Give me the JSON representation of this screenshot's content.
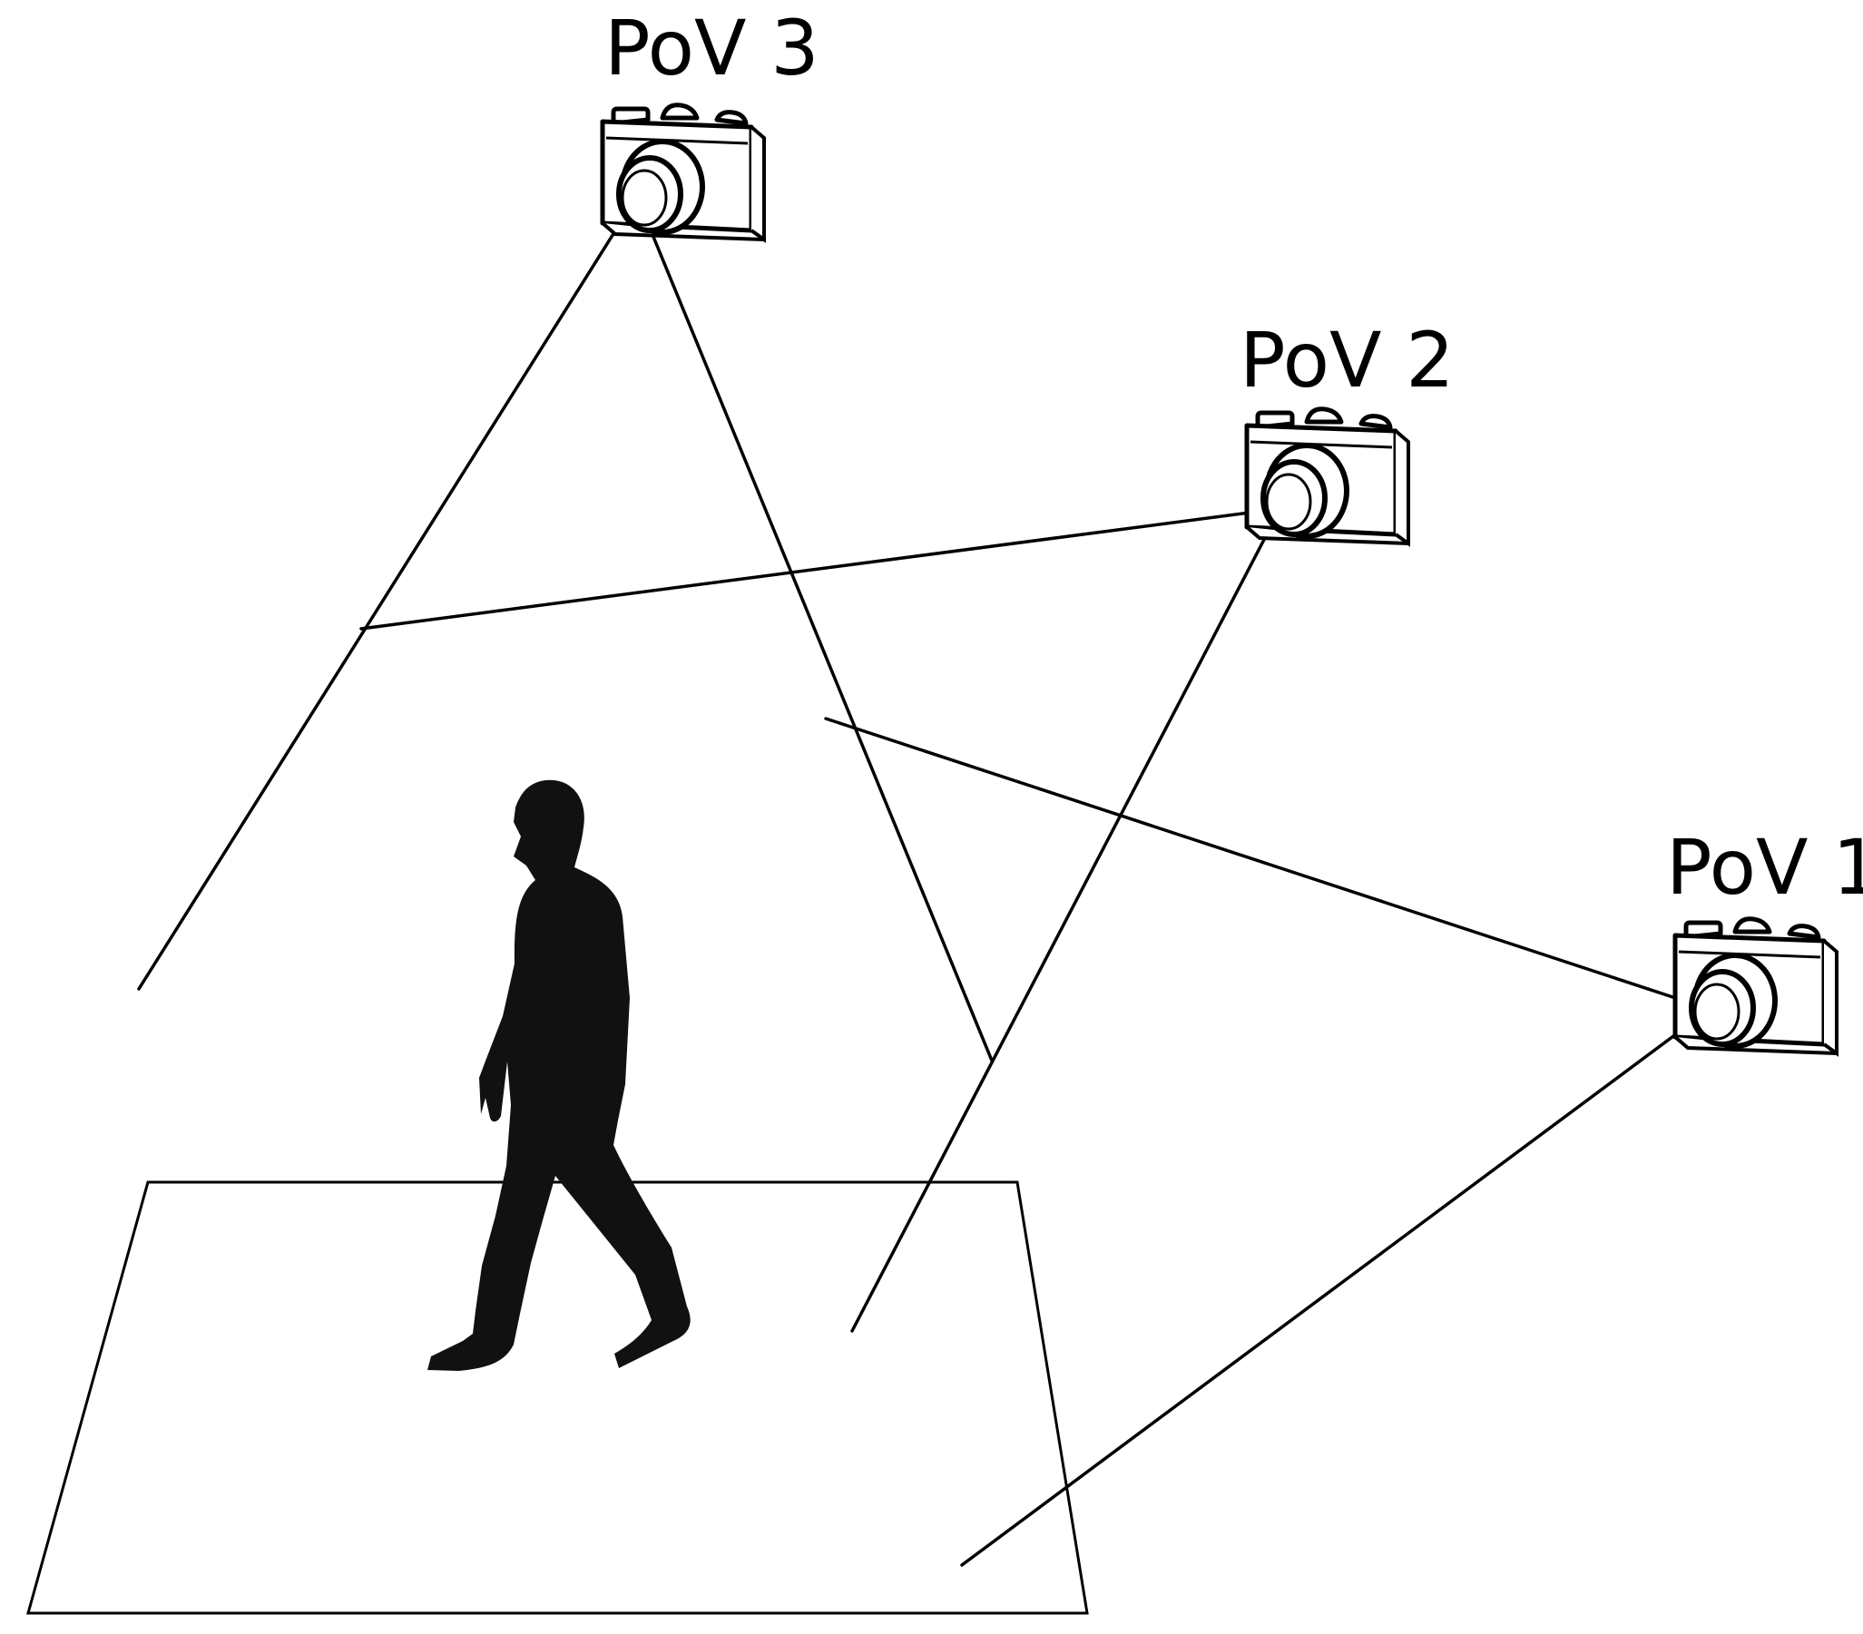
{
  "figure": {
    "background_color": "#ffffff",
    "line_color": "#000000",
    "silhouette_color": "#111111"
  },
  "cameras": [
    {
      "id": "pov3",
      "label": "PoV 3",
      "icon": "camera-icon"
    },
    {
      "id": "pov2",
      "label": "PoV 2",
      "icon": "camera-icon"
    },
    {
      "id": "pov1",
      "label": "PoV 1",
      "icon": "camera-icon"
    }
  ],
  "floor": {
    "icon": "floor-plane"
  },
  "person": {
    "icon": "walking-person-silhouette"
  }
}
